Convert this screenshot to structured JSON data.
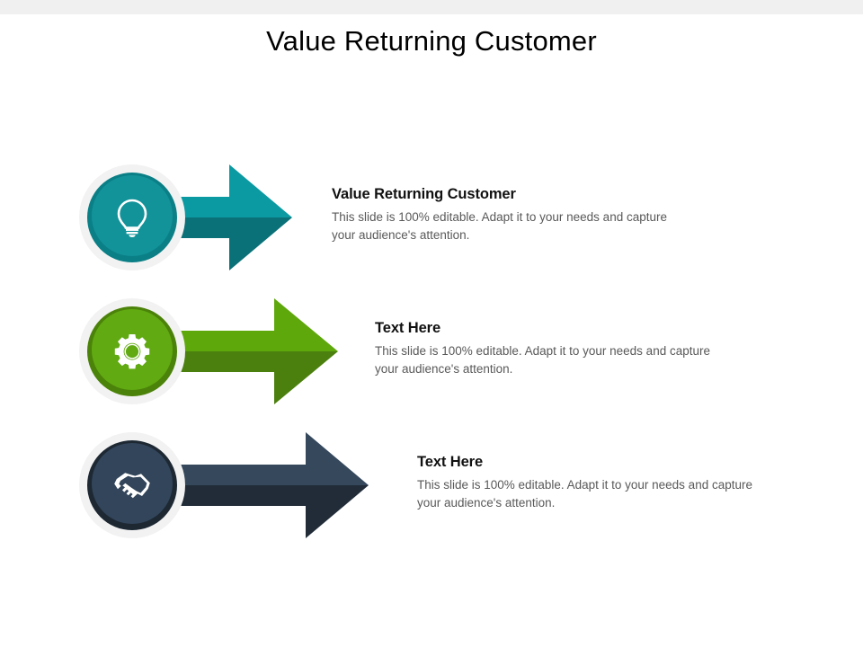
{
  "slide": {
    "title": "Value Returning Customer",
    "background_color": "#ffffff",
    "topbar_color": "#f0f0f0"
  },
  "items": [
    {
      "icon": "lightbulb-icon",
      "title": "Value Returning Customer",
      "body": "This slide is 100% editable. Adapt it to your needs and capture your audience's attention.",
      "circle_outer_color": "#f2f2f2",
      "circle_ring_color": "#0a7f86",
      "circle_face_color": "#129399",
      "arrow_top_color": "#0b9aa2",
      "arrow_bottom_color": "#0b7178"
    },
    {
      "icon": "gear-icon",
      "title": "Text Here",
      "body": "This slide is 100% editable. Adapt it to your needs and capture your audience's attention.",
      "circle_outer_color": "#f2f2f2",
      "circle_ring_color": "#4b8209",
      "circle_face_color": "#61aa12",
      "arrow_top_color": "#5fa80c",
      "arrow_bottom_color": "#4c800e"
    },
    {
      "icon": "handshake-icon",
      "title": "Text Here",
      "body": "This slide is 100% editable. Adapt it to your needs and capture your audience's attention.",
      "circle_outer_color": "#f2f2f2",
      "circle_ring_color": "#1d2833",
      "circle_face_color": "#32455a",
      "arrow_top_color": "#35485c",
      "arrow_bottom_color": "#212c38"
    }
  ]
}
